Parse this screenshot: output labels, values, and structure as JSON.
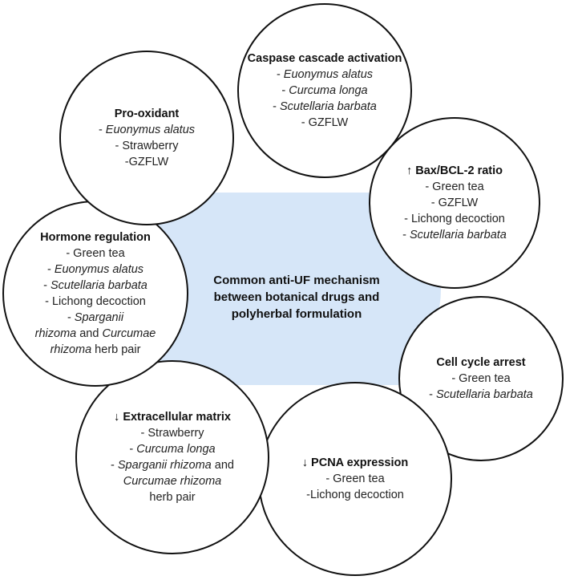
{
  "center": {
    "label": "Common anti-UF mechanism between botanical drugs and polyherbal formulation",
    "fill": "#d6e6f8"
  },
  "nodes": [
    {
      "title": "Caspase cascade activation",
      "lines": [
        {
          "parts": [
            {
              "t": "- ",
              "i": false
            },
            {
              "t": "Euonymus alatus",
              "i": true
            }
          ]
        },
        {
          "parts": [
            {
              "t": "- ",
              "i": false
            },
            {
              "t": "Curcuma longa",
              "i": true
            }
          ]
        },
        {
          "parts": [
            {
              "t": "- ",
              "i": false
            },
            {
              "t": "Scutellaria barbata",
              "i": true
            }
          ]
        },
        {
          "parts": [
            {
              "t": "- GZFLW",
              "i": false
            }
          ]
        }
      ]
    },
    {
      "title": "↑ Bax/BCL-2 ratio",
      "lines": [
        {
          "parts": [
            {
              "t": "- Green tea",
              "i": false
            }
          ]
        },
        {
          "parts": [
            {
              "t": "- GZFLW",
              "i": false
            }
          ]
        },
        {
          "parts": [
            {
              "t": "- Lichong decoction",
              "i": false
            }
          ]
        },
        {
          "parts": [
            {
              "t": "- ",
              "i": false
            },
            {
              "t": "Scutellaria barbata",
              "i": true
            }
          ]
        }
      ]
    },
    {
      "title": "Cell cycle arrest",
      "lines": [
        {
          "parts": [
            {
              "t": "- Green tea",
              "i": false
            }
          ]
        },
        {
          "parts": [
            {
              "t": "- ",
              "i": false
            },
            {
              "t": "Scutellaria barbata",
              "i": true
            }
          ]
        }
      ]
    },
    {
      "title": "↓ PCNA expression",
      "lines": [
        {
          "parts": [
            {
              "t": "- Green tea",
              "i": false
            }
          ]
        },
        {
          "parts": [
            {
              "t": "-Lichong decoction",
              "i": false
            }
          ]
        }
      ]
    },
    {
      "title": "↓ Extracellular matrix",
      "lines": [
        {
          "parts": [
            {
              "t": "- Strawberry",
              "i": false
            }
          ]
        },
        {
          "parts": [
            {
              "t": "- ",
              "i": false
            },
            {
              "t": "Curcuma longa",
              "i": true
            }
          ]
        },
        {
          "parts": [
            {
              "t": "- ",
              "i": false
            },
            {
              "t": "Sparganii rhizoma",
              "i": true
            },
            {
              "t": " and",
              "i": false
            }
          ]
        },
        {
          "parts": [
            {
              "t": "Curcumae rhizoma",
              "i": true
            }
          ]
        },
        {
          "parts": [
            {
              "t": "herb pair",
              "i": false
            }
          ]
        }
      ]
    },
    {
      "title": "Hormone regulation",
      "lines": [
        {
          "parts": [
            {
              "t": "- Green tea",
              "i": false
            }
          ]
        },
        {
          "parts": [
            {
              "t": "- ",
              "i": false
            },
            {
              "t": "Euonymus alatus",
              "i": true
            }
          ]
        },
        {
          "parts": [
            {
              "t": "- ",
              "i": false
            },
            {
              "t": "Scutellaria barbata",
              "i": true
            }
          ]
        },
        {
          "parts": [
            {
              "t": "- Lichong decoction",
              "i": false
            }
          ]
        },
        {
          "parts": [
            {
              "t": "- ",
              "i": false
            },
            {
              "t": "Sparganii",
              "i": true
            }
          ]
        },
        {
          "parts": [
            {
              "t": "rhizoma",
              "i": true
            },
            {
              "t": " and ",
              "i": false
            },
            {
              "t": "Curcumae",
              "i": true
            }
          ]
        },
        {
          "parts": [
            {
              "t": "rhizoma",
              "i": true
            },
            {
              "t": " herb pair",
              "i": false
            }
          ]
        }
      ]
    },
    {
      "title": "Pro-oxidant",
      "lines": [
        {
          "parts": [
            {
              "t": "- ",
              "i": false
            },
            {
              "t": "Euonymus alatus",
              "i": true
            }
          ]
        },
        {
          "parts": [
            {
              "t": "- Strawberry",
              "i": false
            }
          ]
        },
        {
          "parts": [
            {
              "t": "-GZFLW",
              "i": false
            }
          ]
        }
      ]
    }
  ]
}
